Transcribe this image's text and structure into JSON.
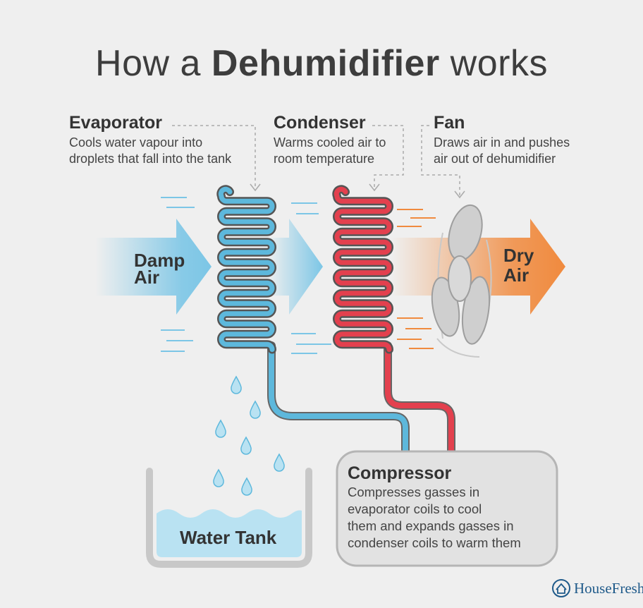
{
  "title": {
    "prefix": "How a",
    "bold": "Dehumidifier",
    "suffix": "works"
  },
  "evaporator": {
    "heading": "Evaporator",
    "desc_line1": "Cools water vapour into",
    "desc_line2": "droplets that fall into the tank"
  },
  "condenser": {
    "heading": "Condenser",
    "desc_line1": "Warms cooled air to",
    "desc_line2": "room temperature"
  },
  "fan": {
    "heading": "Fan",
    "desc_line1": "Draws air in and pushes",
    "desc_line2": "air out of dehumidifier"
  },
  "damp_air": {
    "line1": "Damp",
    "line2": "Air"
  },
  "dry_air": {
    "line1": "Dry",
    "line2": "Air"
  },
  "water_tank": {
    "label": "Water Tank"
  },
  "compressor": {
    "heading": "Compressor",
    "desc_line1": "Compresses gasses in",
    "desc_line2": "evaporator coils to cool",
    "desc_line3": "them and expands gasses in",
    "desc_line4": "condenser coils to warm them"
  },
  "brand": {
    "name": "HouseFresh"
  },
  "colors": {
    "background": "#efefef",
    "cold_coil": "#5db8dc",
    "hot_coil": "#e3404e",
    "damp_arrow": "#7cc6e6",
    "dry_arrow": "#f08a3e",
    "water": "#b9e2f2",
    "fan": "#c9c9c9",
    "brand": "#1f5a8a"
  },
  "icons": {
    "brand_logo": "house-logo-icon",
    "droplet": "water-droplet-icon",
    "fan": "fan-icon"
  }
}
